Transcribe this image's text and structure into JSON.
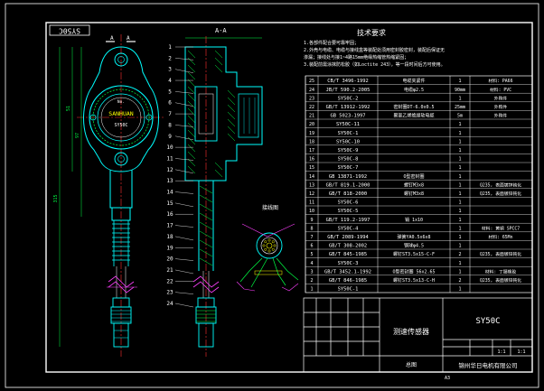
{
  "title_stamp": "SY50C",
  "section_label": "A-A",
  "view_mark_left": "A",
  "view_mark_right": "A",
  "detail_label": "接线图",
  "tech_req": {
    "title": "技术要求",
    "lines": [
      "1.各部件配合要可靠牢固；",
      "2.外壳与电缆、电缆与接线盒等装配处须用密封胶密封，装配后保证无",
      "  渗漏；接线处与接1~4路15mm绝缘热缩管热缩紧固；",
      "3.装配前需涂抹防松胶（如Loctite 243），等一段时间后方可使用。"
    ]
  },
  "front_view": {
    "brand": "SANHUAN",
    "model": "SY50C",
    "serial": "No.",
    "dim_1": "97",
    "dim_2": "51",
    "dim_3": "315"
  },
  "balloons": [
    "1",
    "2",
    "3",
    "4",
    "5",
    "6",
    "7",
    "8",
    "9",
    "10",
    "11",
    "12",
    "13",
    "14",
    "15",
    "16",
    "17",
    "18",
    "19",
    "20",
    "21",
    "22",
    "23",
    "24"
  ],
  "bom_rows": [
    {
      "code": "CB/T 3496-1992",
      "name": "电缆夹紧件",
      "qty": "1",
      "mat": "材料: PA66"
    },
    {
      "code": "JB/T 590.2-2005",
      "name": "电缆φ2.5",
      "qty": "90mm",
      "mat": "材料: PVC"
    },
    {
      "code": "SY50C-2",
      "name": "",
      "qty": "1",
      "mat": "外购件"
    },
    {
      "code": "GB/T 13912-1992",
      "name": "密封圈DT-6.0x0.5",
      "qty": "25mm",
      "mat": "外购件"
    },
    {
      "code": "GB 5023-1997",
      "name": "聚氯乙烯绝缘软电缆",
      "qty": "5m",
      "mat": "外购件"
    },
    {
      "code": "SY50C-11",
      "name": "",
      "qty": "1",
      "mat": ""
    },
    {
      "code": "SY50C-1",
      "name": "",
      "qty": "1",
      "mat": ""
    },
    {
      "code": "SY50C-10",
      "name": "",
      "qty": "1",
      "mat": ""
    },
    {
      "code": "SY50C-9",
      "name": "",
      "qty": "1",
      "mat": ""
    },
    {
      "code": "SY50C-8",
      "name": "",
      "qty": "1",
      "mat": ""
    },
    {
      "code": "SY50C-7",
      "name": "",
      "qty": "1",
      "mat": ""
    },
    {
      "code": "GB 13871-1992",
      "name": "O型密封圈",
      "qty": "1",
      "mat": ""
    },
    {
      "code": "GB/T 819.1-2000",
      "name": "螺钉M3x8",
      "qty": "1",
      "mat": "Q235, 表面镀锌钝化"
    },
    {
      "code": "GB/T 818-2000",
      "name": "螺钉M3x8",
      "qty": "1",
      "mat": "Q235, 表面镀锌钝化"
    },
    {
      "code": "SY50C-6",
      "name": "",
      "qty": "1",
      "mat": ""
    },
    {
      "code": "SY50C-5",
      "name": "",
      "qty": "1",
      "mat": ""
    },
    {
      "code": "GB/T 119.2-1997",
      "name": "销 1x10",
      "qty": "1",
      "mat": ""
    },
    {
      "code": "SY50C-4",
      "name": "",
      "qty": "1",
      "mat": "材料: 黄铜 SPCC7"
    },
    {
      "code": "GB/T 2089-1994",
      "name": "弹簧YA0.5x6x8",
      "qty": "1",
      "mat": "材料: 65Mn"
    },
    {
      "code": "GB/T 308-2002",
      "name": "钢球φ4.5",
      "qty": "1",
      "mat": ""
    },
    {
      "code": "GB/T 845-1985",
      "name": "螺钉ST3.5x15-C-F",
      "qty": "2",
      "mat": "Q235, 表面镀锌钝化"
    },
    {
      "code": "SY50C-3",
      "name": "",
      "qty": "1",
      "mat": ""
    },
    {
      "code": "GB/T 3452.1-1992",
      "name": "O型密封圈 56x2.65",
      "qty": "1",
      "mat": "材料: 丁腈橡胶"
    },
    {
      "code": "GB/T 846-1985",
      "name": "螺钉ST3.5x13-C-H",
      "qty": "2",
      "mat": "Q235, 表面镀锌钝化"
    },
    {
      "code": "SY50C-1",
      "name": "",
      "qty": "1",
      "mat": ""
    }
  ],
  "title_block": {
    "name": "测速传感器",
    "drawing_no": "SY50C",
    "type_label": "总图",
    "scale": "1:1",
    "sheet": "1:1",
    "company": "锦州华日电机有限公司",
    "format": "A3"
  },
  "colors": {
    "frame": "#ffffff",
    "outline": "#00ffff",
    "red": "#ff3030",
    "green": "#00ff44",
    "yellow": "#ffff00",
    "magenta": "#ff40ff",
    "blue": "#4060ff",
    "gray": "#a0a0a0"
  }
}
